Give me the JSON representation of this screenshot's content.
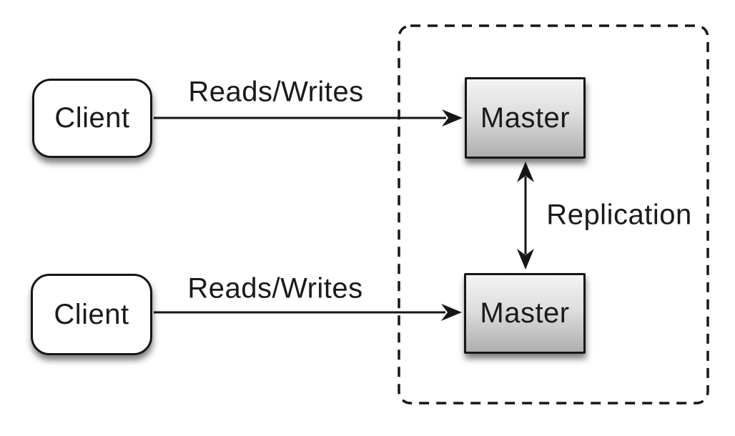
{
  "diagram": {
    "type": "architecture-diagram",
    "nodes": {
      "client_top": {
        "label": "Client",
        "shape": "rounded-rect",
        "fill": "#ffffff"
      },
      "client_bottom": {
        "label": "Client",
        "shape": "rounded-rect",
        "fill": "#ffffff"
      },
      "master_top": {
        "label": "Master",
        "shape": "rect",
        "fill_top": "#f3f3f3",
        "fill_bottom": "#aeaeae"
      },
      "master_bottom": {
        "label": "Master",
        "shape": "rect",
        "fill_top": "#f3f3f3",
        "fill_bottom": "#aeaeae"
      }
    },
    "edges": {
      "reads_writes_top": {
        "label": "Reads/Writes",
        "from": "client_top",
        "to": "master_top",
        "arrow": "single-head"
      },
      "reads_writes_bottom": {
        "label": "Reads/Writes",
        "from": "client_bottom",
        "to": "master_bottom",
        "arrow": "single-head"
      },
      "replication": {
        "label": "Replication",
        "from": "master_top",
        "to": "master_bottom",
        "arrow": "double-head"
      }
    },
    "boundary": {
      "style": "dashed-rounded-rect",
      "contains": [
        "master_top",
        "master_bottom"
      ]
    },
    "colors": {
      "background": "#ffffff",
      "stroke": "#161616",
      "text": "#1a1a1a"
    }
  }
}
